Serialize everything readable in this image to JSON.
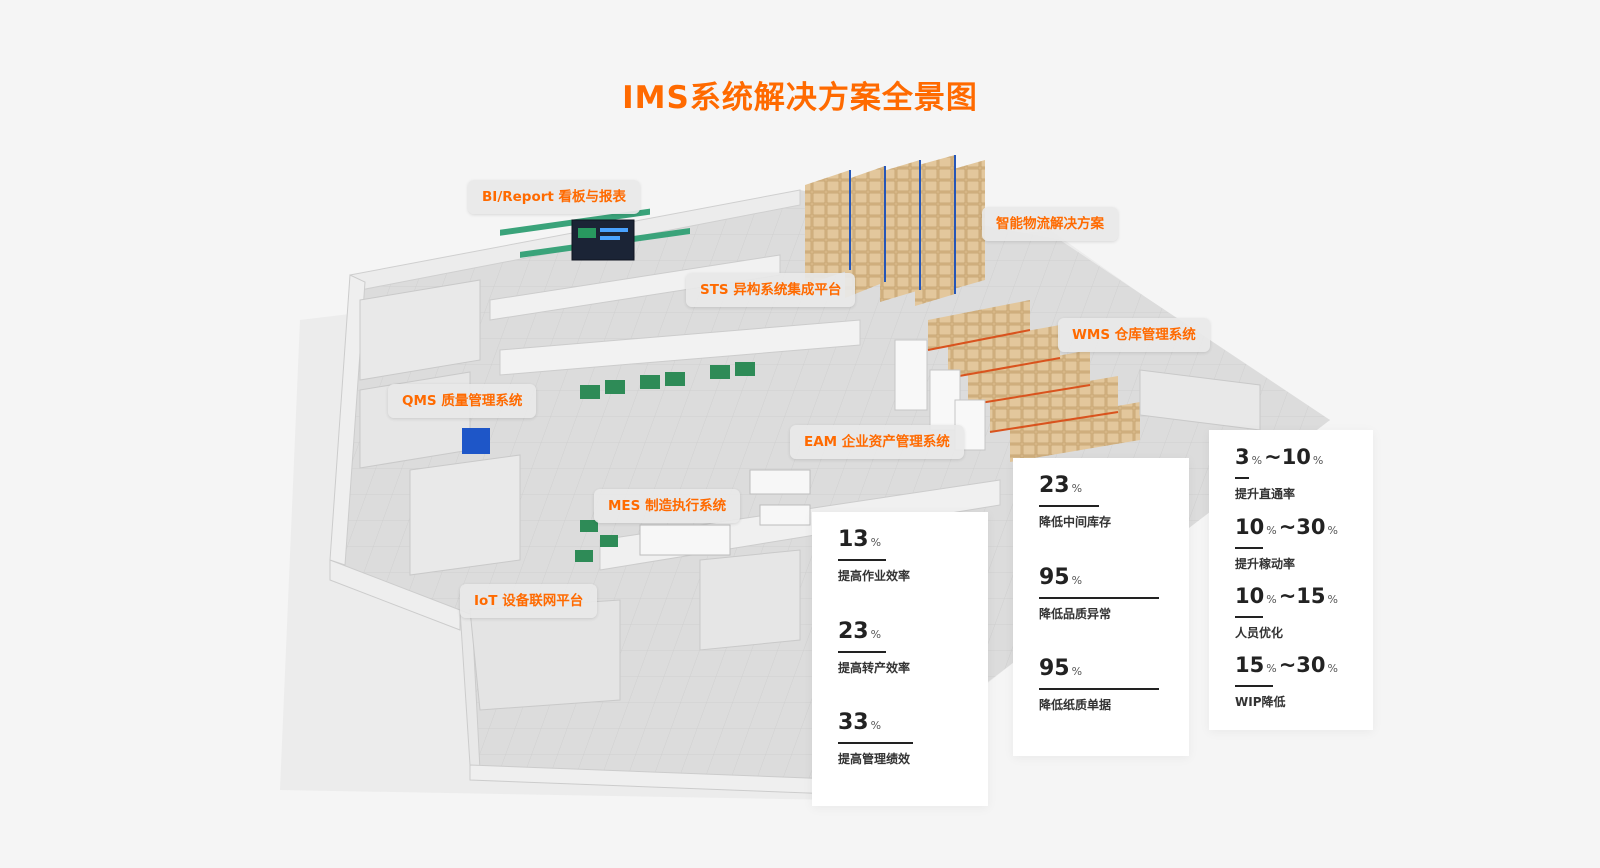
{
  "title": "IMS系统解决方案全景图",
  "labels": [
    {
      "id": "bi",
      "text": "BI/Report 看板与报表"
    },
    {
      "id": "logistics",
      "text": "智能物流解决方案"
    },
    {
      "id": "sts",
      "text": "STS 异构系统集成平台"
    },
    {
      "id": "wms",
      "text": "WMS 仓库管理系统"
    },
    {
      "id": "qms",
      "text": "QMS 质量管理系统"
    },
    {
      "id": "eam",
      "text": "EAM 企业资产管理系统"
    },
    {
      "id": "mes",
      "text": "MES 制造执行系统"
    },
    {
      "id": "iot",
      "text": "IoT 设备联网平台"
    }
  ],
  "pct_symbol": "%",
  "range_sep": "~",
  "cards": [
    {
      "stats": [
        {
          "value": "13",
          "desc": "提高作业效率"
        },
        {
          "value": "23",
          "desc": "提高转产效率"
        },
        {
          "value": "33",
          "desc": "提高管理绩效"
        }
      ]
    },
    {
      "stats": [
        {
          "value": "23",
          "desc": "降低中间库存"
        },
        {
          "value": "95",
          "desc": "降低品质异常"
        },
        {
          "value": "95",
          "desc": "降低纸质单据"
        }
      ]
    },
    {
      "stats": [
        {
          "from": "3",
          "to": "10",
          "desc": "提升直通率"
        },
        {
          "from": "10",
          "to": "30",
          "desc": "提升稼动率"
        },
        {
          "from": "10",
          "to": "15",
          "desc": "人员优化"
        },
        {
          "from": "15",
          "to": "30",
          "desc": "WIP降低"
        }
      ]
    }
  ],
  "colors": {
    "accent": "#ff6a00",
    "card": "#ffffff",
    "text": "#222222"
  }
}
